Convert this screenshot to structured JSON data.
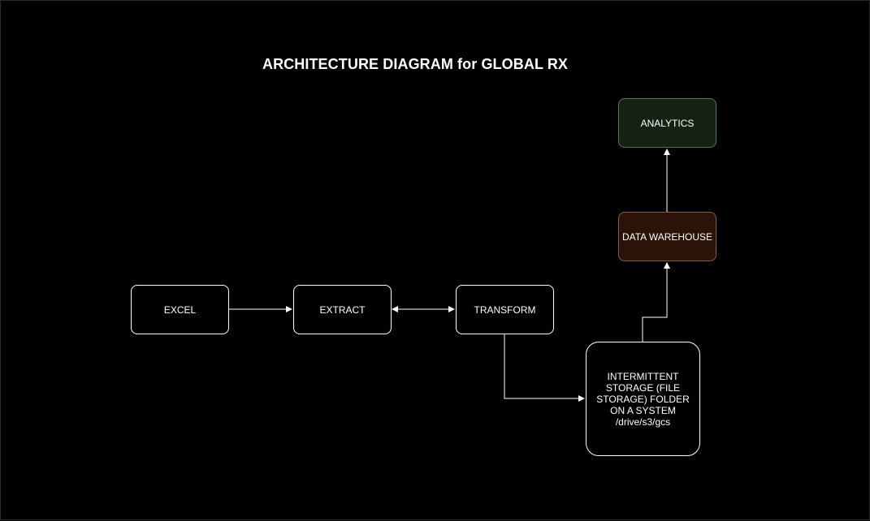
{
  "title": "ARCHITECTURE DIAGRAM for GLOBAL RX",
  "nodes": {
    "excel": "EXCEL",
    "extract": "EXTRACT",
    "transform": "TRANSFORM",
    "storage": "INTERMITTENT STORAGE (FILE STORAGE) FOLDER ON A SYSTEM\n/drive/s3/gcs",
    "warehouse": "DATA WAREHOUSE",
    "analytics": "ANALYTICS"
  },
  "colors": {
    "background": "#000000",
    "stroke": "#ffffff",
    "warehouse_fill": "#2b1308",
    "warehouse_border": "#8a5a3c",
    "analytics_fill": "#132213",
    "analytics_border": "#4b7a4a"
  }
}
